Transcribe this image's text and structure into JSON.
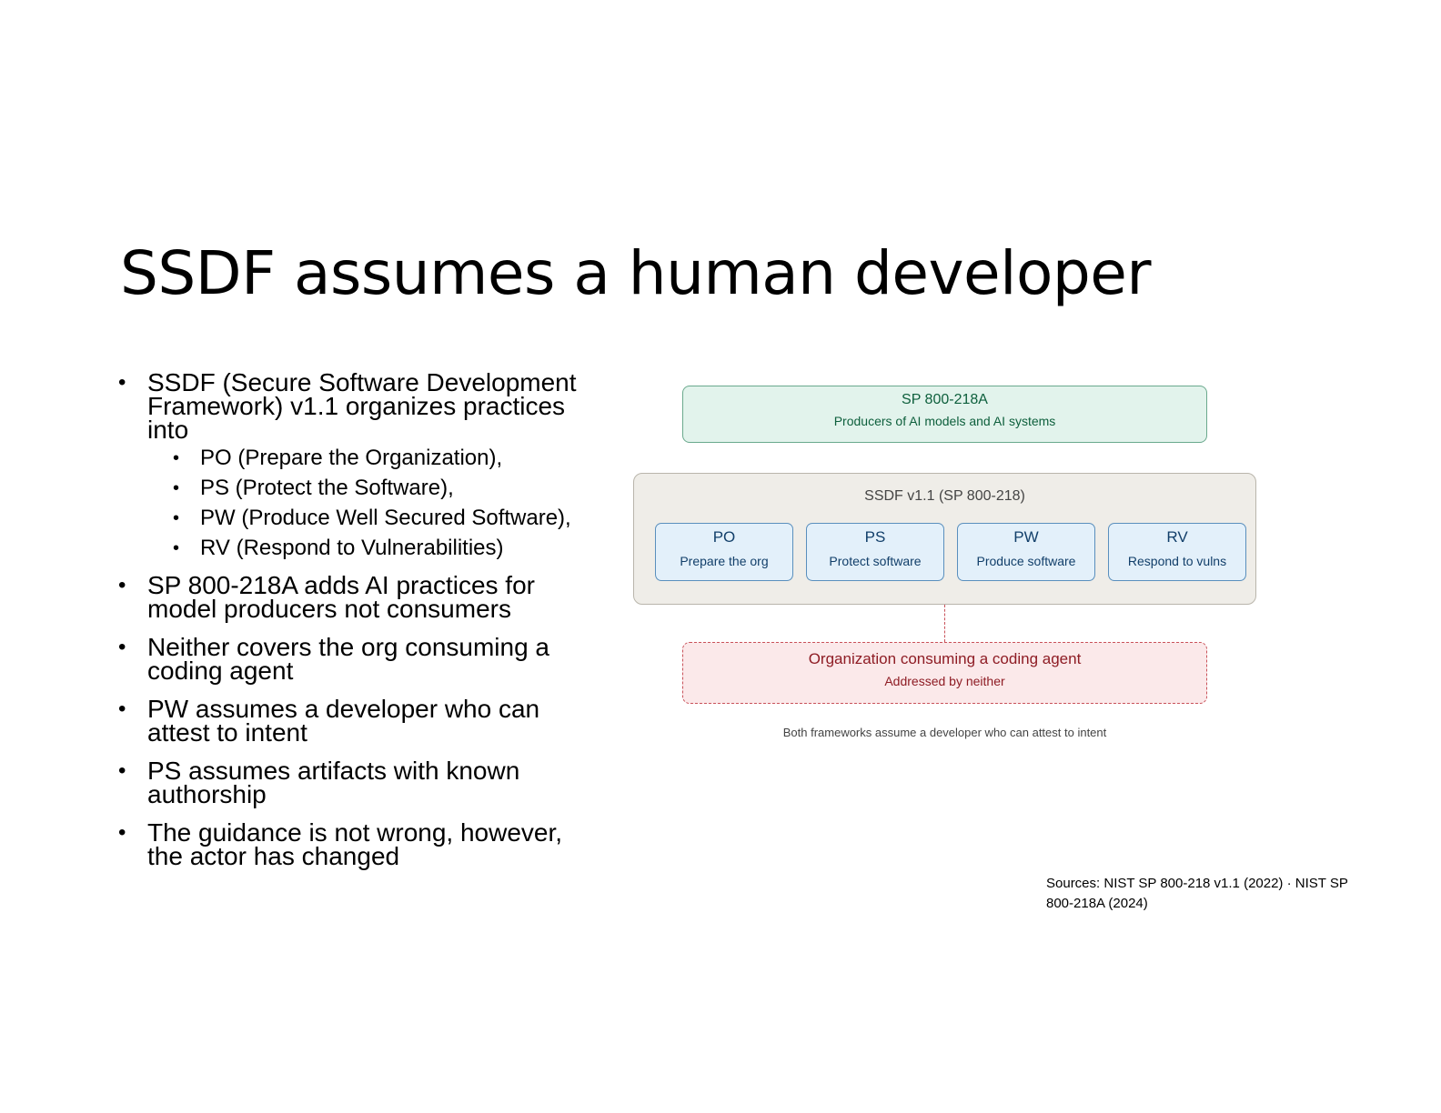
{
  "title": "SSDF assumes a human developer",
  "bullets": {
    "b1": "SSDF (Secure Software Development Framework) v1.1 organizes practices into",
    "sub1": "PO (Prepare the Organization),",
    "sub2": "PS (Protect the Software),",
    "sub3": "PW (Produce Well Secured Software),",
    "sub4": "RV (Respond to Vulnerabilities)",
    "b2": "SP 800-218A adds AI practices for model producers not consumers",
    "b3": "Neither covers the org consuming a coding agent",
    "b4": "PW assumes a developer who can attest to intent",
    "b5": "PS assumes artifacts with known authorship",
    "b6": "The guidance is not wrong, however, the actor has changed"
  },
  "diagram": {
    "top_box": {
      "title": "SP 800-218A",
      "subtitle": "Producers of AI models and AI systems"
    },
    "ssdf_box": {
      "title": "SSDF v1.1 (SP 800-218)"
    },
    "practices": [
      {
        "code": "PO",
        "desc": "Prepare the org"
      },
      {
        "code": "PS",
        "desc": "Protect software"
      },
      {
        "code": "PW",
        "desc": "Produce software"
      },
      {
        "code": "RV",
        "desc": "Respond to vulns"
      }
    ],
    "org_box": {
      "title": "Organization consuming a coding agent",
      "subtitle": "Addressed by neither"
    },
    "caption": "Both frameworks assume a developer who can attest to intent",
    "colors": {
      "top_fill": "#e2f3ec",
      "top_border": "#6aa98d",
      "ssdf_fill": "#efede8",
      "practice_fill": "#e3f0fa",
      "practice_border": "#5a8fbd",
      "org_fill": "#fbe9ea",
      "org_border": "#c9525a"
    }
  },
  "sources": "Sources: NIST SP 800-218 v1.1 (2022) · NIST SP 800-218A (2024)"
}
